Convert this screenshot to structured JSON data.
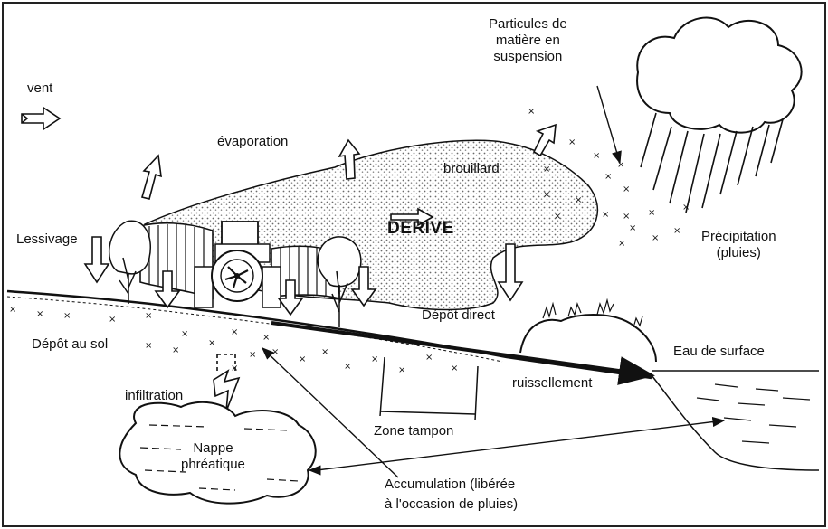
{
  "labels": {
    "particules": "Particules de\nmatière en\nsuspension",
    "vent": "vent",
    "evaporation": "évaporation",
    "brouillard": "brouillard",
    "lessivage": "Lessivage",
    "derive": "DERIVE",
    "precipitation": "Précipitation\n(pluies)",
    "depot_direct": "Dépôt direct",
    "depot_sol": "Dépôt au sol",
    "eau_surface": "Eau de surface",
    "infiltration": "infiltration",
    "ruissellement": "ruissellement",
    "zone_tampon": "Zone tampon",
    "nappe": "Nappe\nphréatique",
    "accumulation": "Accumulation (libérée\nà l'occasion de pluies)"
  },
  "colors": {
    "ink": "#111111",
    "background": "#ffffff",
    "stipple": "#777777"
  }
}
